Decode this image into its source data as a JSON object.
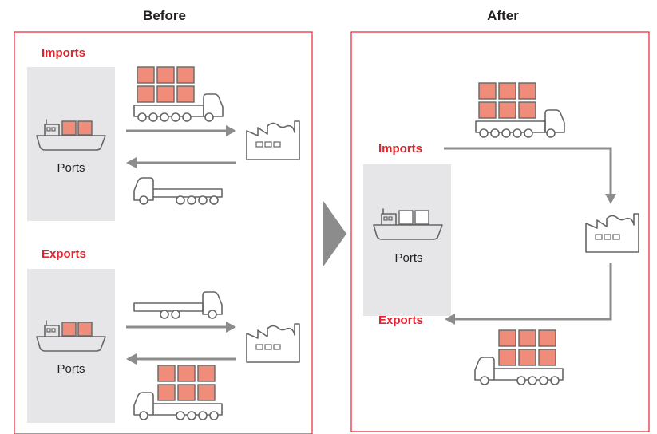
{
  "before": {
    "heading": "Before",
    "imports_label": "Imports",
    "exports_label": "Exports",
    "ports_label_1": "Ports",
    "ports_label_2": "Ports"
  },
  "after": {
    "heading": "After",
    "imports_label": "Imports",
    "exports_label": "Exports",
    "ports_label": "Ports"
  },
  "colors": {
    "accent_red": "#e3242f",
    "container": "#f08c7a",
    "ports_panel": "#e6e6e8",
    "outline": "#666666",
    "arrow": "#8c8c8c"
  }
}
